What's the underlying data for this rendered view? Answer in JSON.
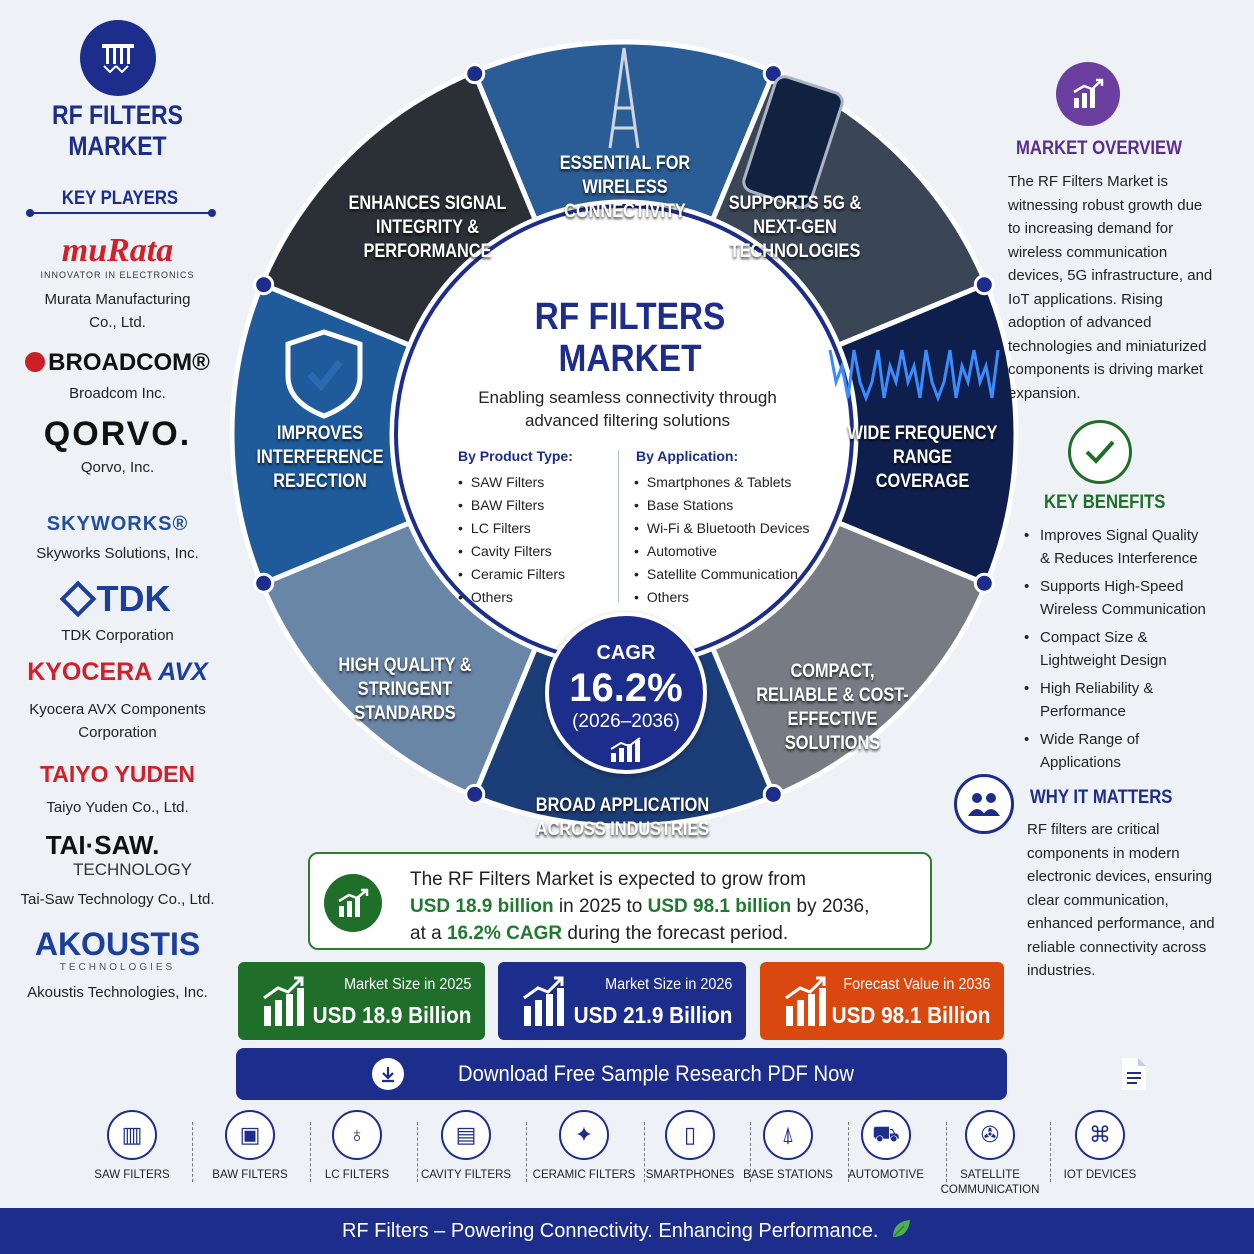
{
  "brand": {
    "title": "RF FILTERS MARKET"
  },
  "key_players": {
    "title": "KEY PLAYERS",
    "items": [
      {
        "logo": "muRata",
        "tagline": "INNOVATOR IN ELECTRONICS",
        "name": "Murata Manufacturing Co., Ltd.",
        "color": "#d0202a"
      },
      {
        "logo": "BROADCOM®",
        "name": "Broadcom Inc.",
        "color": "#cc1f26"
      },
      {
        "logo": "QORVO.",
        "name": "Qorvo, Inc.",
        "color": "#111111"
      },
      {
        "logo": "SKYWORKS®",
        "name": "Skyworks Solutions, Inc.",
        "color": "#1f4fa0"
      },
      {
        "logo": "TDK",
        "name": "TDK Corporation",
        "color": "#1c3f9e"
      },
      {
        "logo": "KYOCERA",
        "logo2": "AVX",
        "name": "Kyocera AVX Components Corporation",
        "color": "#d0202a"
      },
      {
        "logo": "TAIYO YUDEN",
        "name": "Taiyo Yuden Co., Ltd.",
        "color": "#d0202a"
      },
      {
        "logo": "TAI·SAW.",
        "tagline": "TECHNOLOGY",
        "name": "Tai-Saw Technology Co., Ltd.",
        "color": "#111111"
      },
      {
        "logo": "AKOUSTIS",
        "tagline": "TECHNOLOGIES",
        "name": "Akoustis Technologies, Inc.",
        "color": "#1c3f9e"
      }
    ]
  },
  "wheel": {
    "segments": [
      {
        "label": "ESSENTIAL FOR WIRELESS CONNECTIVITY",
        "color": "#2a5d95"
      },
      {
        "label": "SUPPORTS 5G & NEXT-GEN TECHNOLOGIES",
        "color": "#3a4656"
      },
      {
        "label": "WIDE FREQUENCY RANGE COVERAGE",
        "color": "#0f1f4d"
      },
      {
        "label": "COMPACT, RELIABLE & COST-EFFECTIVE SOLUTIONS",
        "color": "#777c84"
      },
      {
        "label": "BROAD APPLICATION ACROSS INDUSTRIES",
        "color": "#1c3e78"
      },
      {
        "label": "HIGH QUALITY & STRINGENT STANDARDS",
        "color": "#6a86a6"
      },
      {
        "label": "IMPROVES INTERFERENCE REJECTION",
        "color": "#1f5a9a"
      },
      {
        "label": "ENHANCES SIGNAL INTEGRITY & PERFORMANCE",
        "color": "#2b2f36"
      }
    ],
    "center": {
      "title": "RF FILTERS MARKET",
      "subtitle": "Enabling seamless connectivity through advanced filtering solutions",
      "product_type": {
        "heading": "By Product Type:",
        "items": [
          "SAW Filters",
          "BAW Filters",
          "LC Filters",
          "Cavity Filters",
          "Ceramic Filters",
          "Others"
        ]
      },
      "application": {
        "heading": "By Application:",
        "items": [
          "Smartphones & Tablets",
          "Base Stations",
          "Wi-Fi & Bluetooth Devices",
          "Automotive",
          "Satellite Communication",
          "Others"
        ]
      }
    },
    "cagr": {
      "label": "CAGR",
      "value": "16.2%",
      "period": "(2026–2036)"
    }
  },
  "overview": {
    "title": "MARKET OVERVIEW",
    "text": "The RF Filters Market is witnessing robust growth due to increasing demand for wireless communication devices, 5G infrastructure, and IoT applications. Rising adoption of advanced technologies and miniaturized components is driving market expansion."
  },
  "benefits": {
    "title": "KEY BENEFITS",
    "items": [
      "Improves Signal Quality & Reduces Interference",
      "Supports High-Speed Wireless Communication",
      "Compact Size & Lightweight Design",
      "High Reliability & Performance",
      "Wide Range of Applications"
    ]
  },
  "why": {
    "title": "WHY IT MATTERS",
    "text": "RF filters are critical components in modern electronic devices, ensuring clear communication, enhanced performance, and reliable connectivity across industries."
  },
  "growth": {
    "line1": "The RF Filters Market is expected to grow from",
    "v1": "USD 18.9 billion",
    "mid": " in 2025 to ",
    "v2": "USD 98.1 billion",
    "end": " by 2036,",
    "pre3": "at a ",
    "v3": "16.2% CAGR",
    "line3": " during the forecast period."
  },
  "kpis": [
    {
      "label": "Market Size in 2025",
      "value": "USD 18.9 Billion",
      "color": "#1f6e2a"
    },
    {
      "label": "Market Size in 2026",
      "value": "USD 21.9 Billion",
      "color": "#1c2d8c"
    },
    {
      "label": "Forecast Value in 2036",
      "value": "USD 98.1 Billion",
      "color": "#d9480f"
    }
  ],
  "download": {
    "label": "Download Free Sample Research PDF Now"
  },
  "strip": [
    {
      "label": "SAW FILTERS",
      "icon": "saw-filter-icon"
    },
    {
      "label": "BAW FILTERS",
      "icon": "baw-filter-icon"
    },
    {
      "label": "LC FILTERS",
      "icon": "lc-filter-icon"
    },
    {
      "label": "CAVITY FILTERS",
      "icon": "cavity-filter-icon"
    },
    {
      "label": "CERAMIC FILTERS",
      "icon": "ceramic-filter-icon"
    },
    {
      "label": "SMARTPHONES",
      "icon": "smartphone-icon"
    },
    {
      "label": "BASE STATIONS",
      "icon": "base-station-icon"
    },
    {
      "label": "AUTOMOTIVE",
      "icon": "car-icon"
    },
    {
      "label": "SATELLITE COMMUNICATION",
      "icon": "satellite-icon"
    },
    {
      "label": "IOT DEVICES",
      "icon": "iot-icon"
    }
  ],
  "footer": {
    "text": "RF Filters – Powering Connectivity. Enhancing Performance."
  }
}
